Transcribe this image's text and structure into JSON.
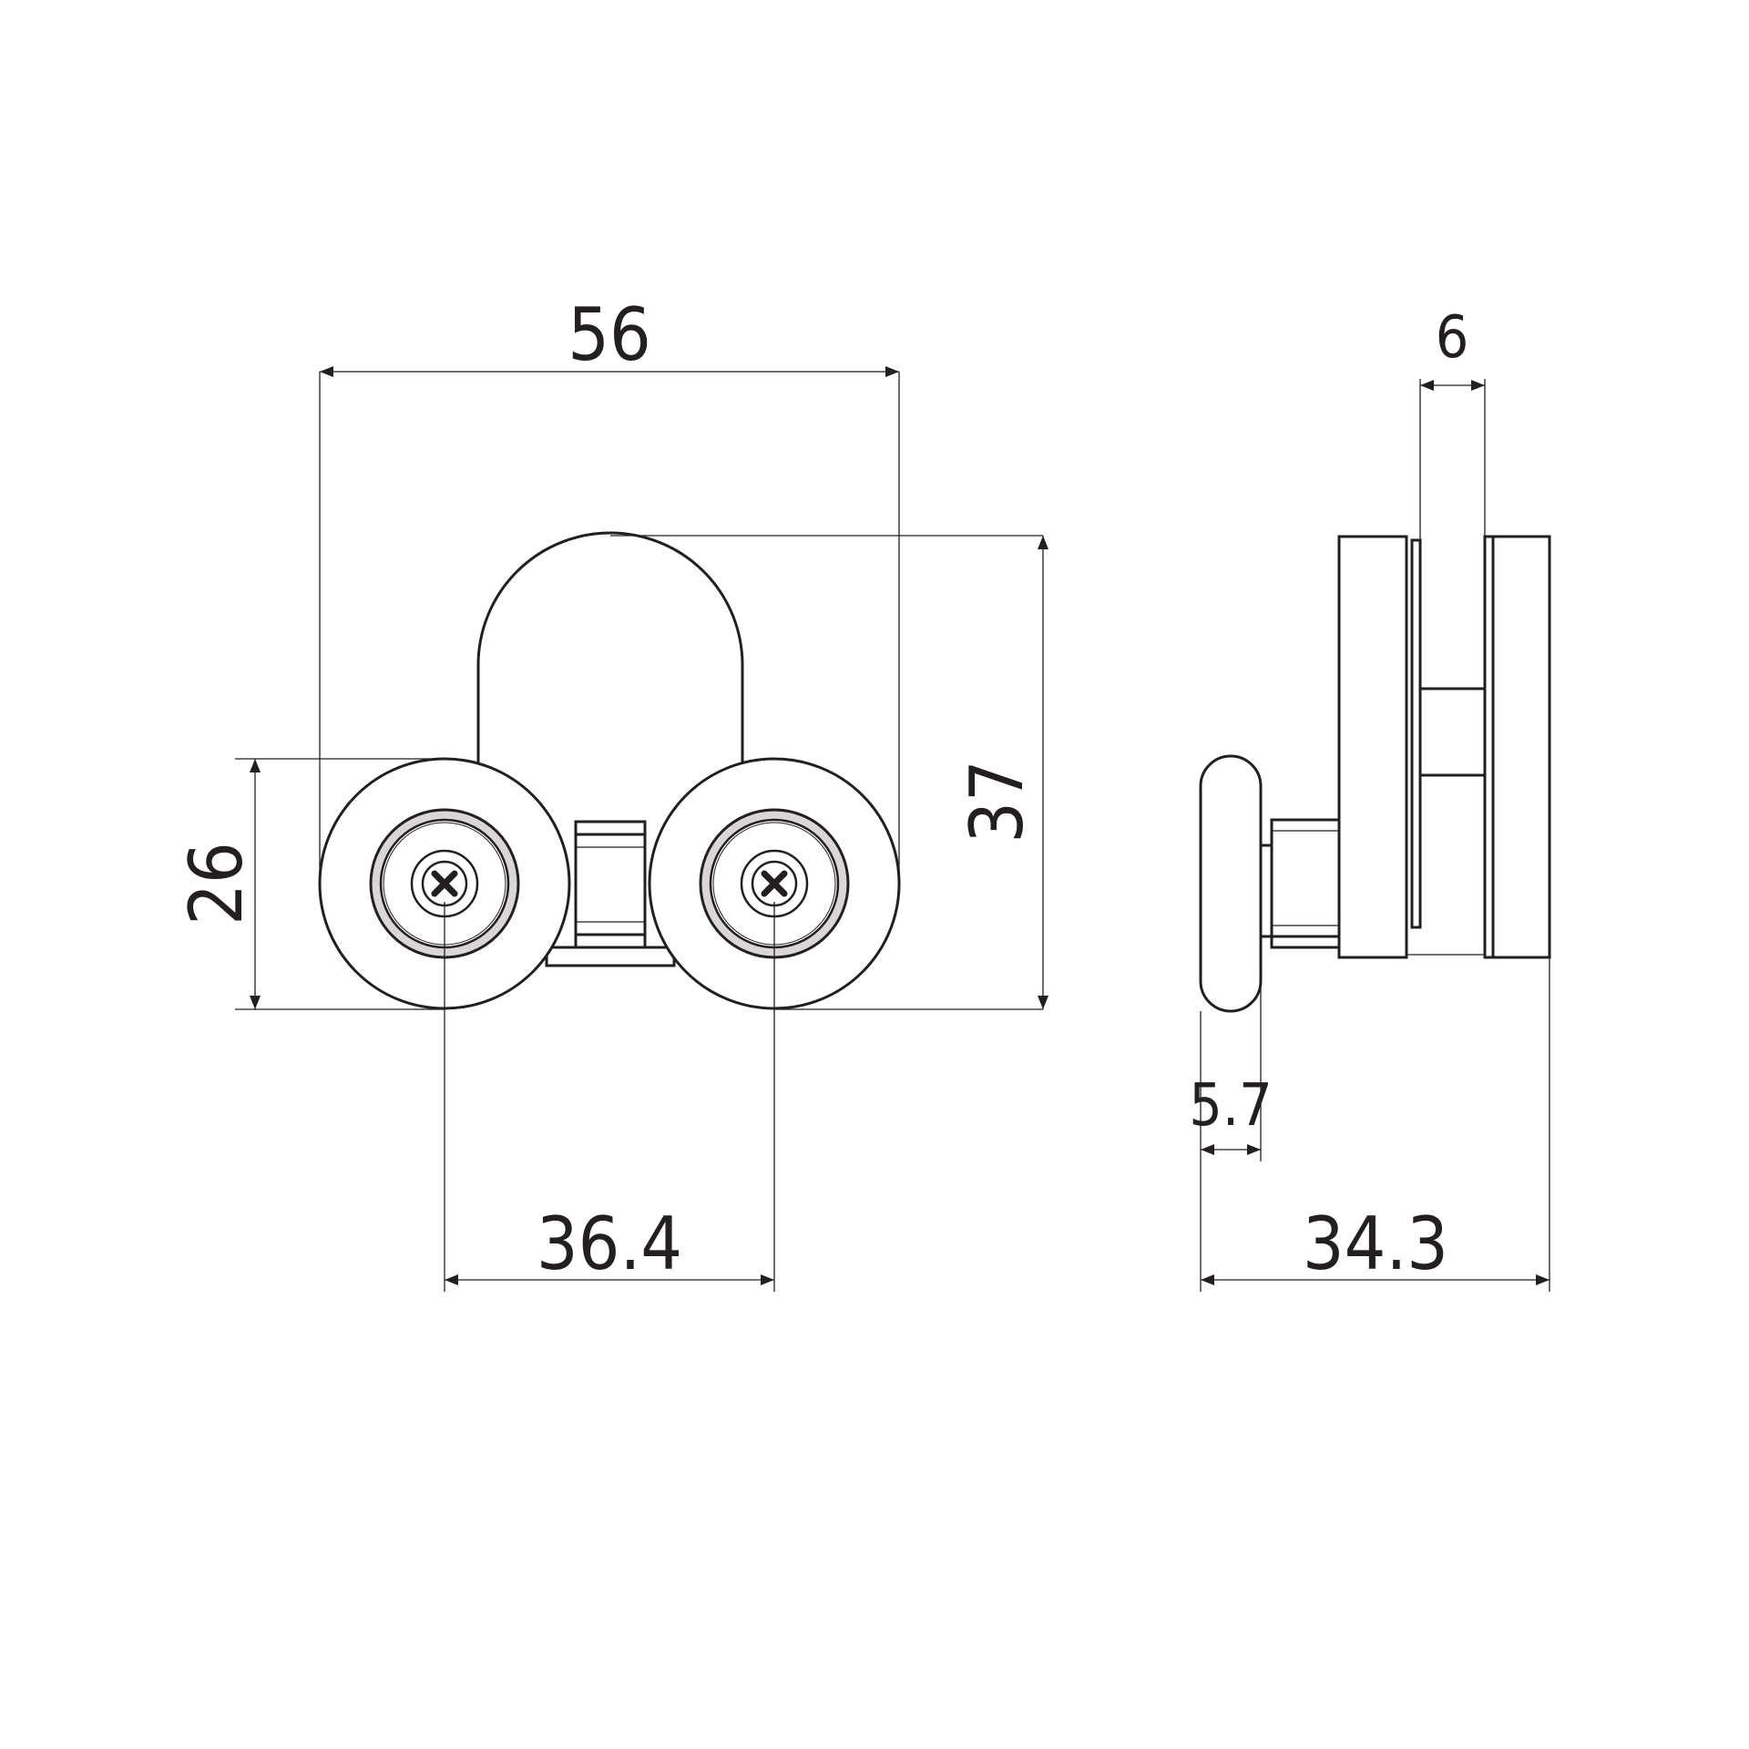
{
  "diagram": {
    "front_view": {
      "overall_width": "56",
      "overall_height": "37",
      "wheel_diameter": "26",
      "wheel_center_distance": "36.4"
    },
    "side_view": {
      "glass_thickness": "6",
      "wheel_thickness": "5.7",
      "overall_depth": "34.3"
    },
    "colors": {
      "line": "#231f20",
      "bearing_gray": "#d8d6d6",
      "background": "#ffffff"
    }
  }
}
